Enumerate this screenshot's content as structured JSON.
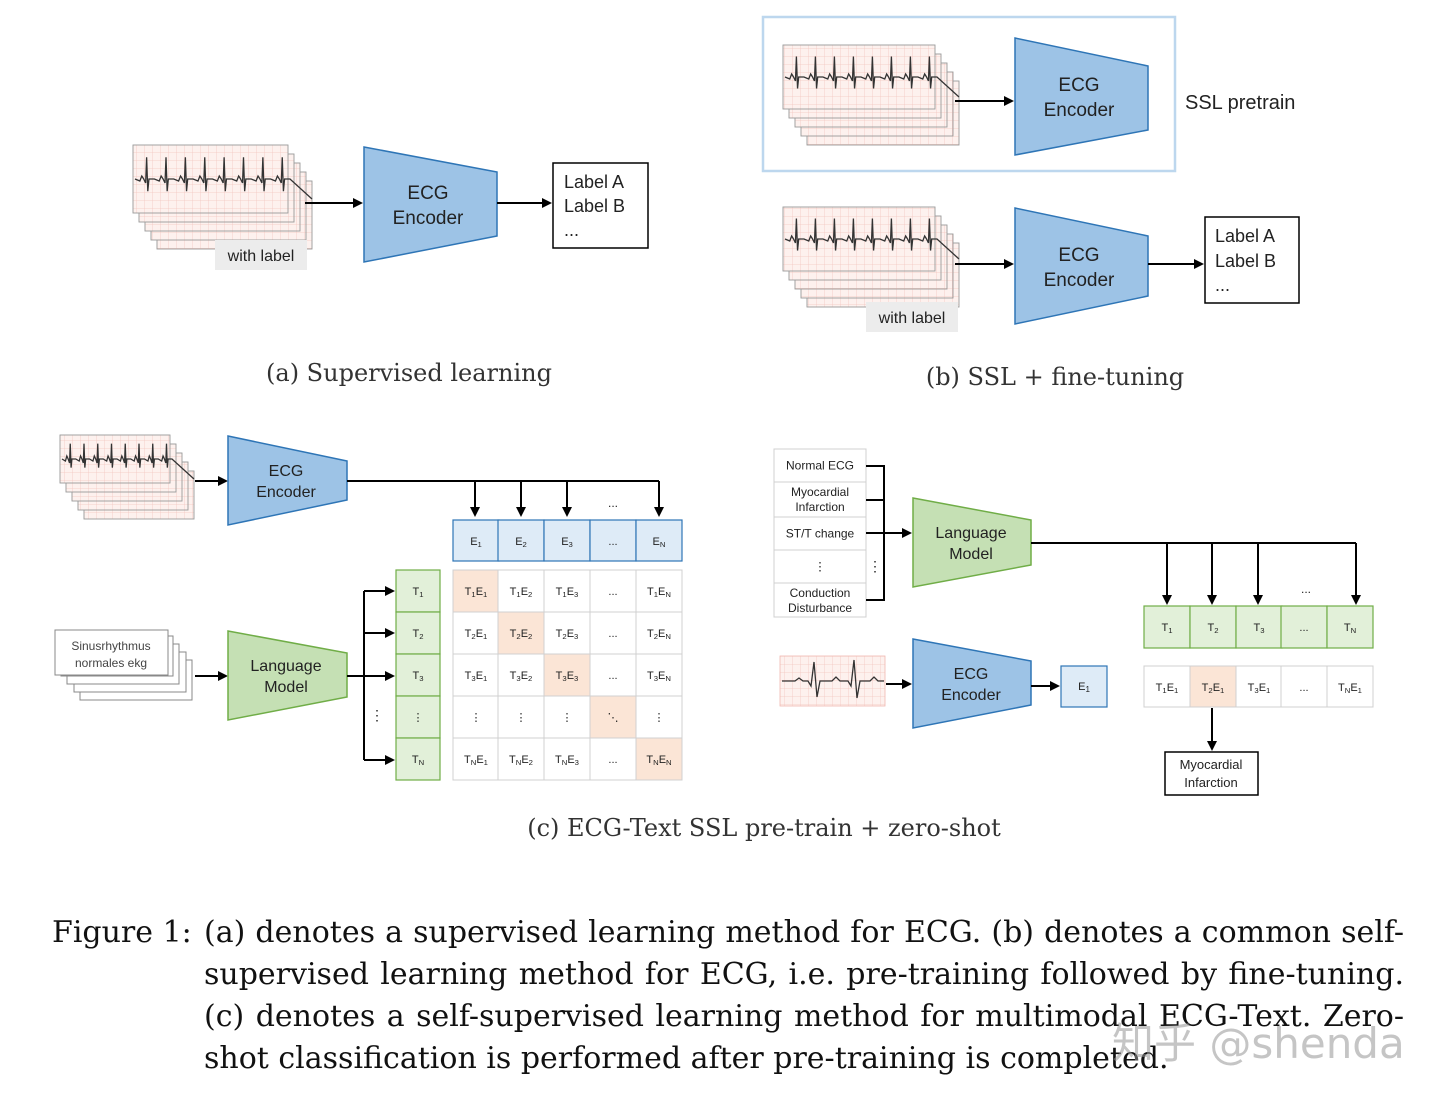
{
  "panel_a": {
    "encoder": [
      "ECG",
      "Encoder"
    ],
    "labels": [
      "Label A",
      "Label B",
      "..."
    ],
    "tag": "with label",
    "subcaption": "(a) Supervised learning"
  },
  "panel_b": {
    "encoder_top": [
      "ECG",
      "Encoder"
    ],
    "ssl_label": "SSL pretrain",
    "encoder_bottom": [
      "ECG",
      "Encoder"
    ],
    "labels": [
      "Label A",
      "Label B",
      "..."
    ],
    "tag": "with label",
    "subcaption": "(b) SSL + fine-tuning"
  },
  "panel_c": {
    "left": {
      "encoder": [
        "ECG",
        "Encoder"
      ],
      "lm": [
        "Language",
        "Model"
      ],
      "doc_text": [
        "Sinusrhythmus",
        "normales ekg"
      ],
      "dots_top": "...",
      "e_cells": [
        [
          "E",
          "1"
        ],
        [
          "E",
          "2"
        ],
        [
          "E",
          "3"
        ],
        [
          "...",
          ""
        ],
        [
          "E",
          "N"
        ]
      ],
      "t_cells": [
        [
          "T",
          "1"
        ],
        [
          "T",
          "2"
        ],
        [
          "T",
          "3"
        ],
        [
          "⋮",
          ""
        ],
        [
          "T",
          "N"
        ]
      ],
      "matrix": [
        [
          [
            "T",
            "1",
            "E",
            "1"
          ],
          [
            "T",
            "1",
            "E",
            "2"
          ],
          [
            "T",
            "1",
            "E",
            "3"
          ],
          [
            "...",
            "",
            "",
            ""
          ],
          [
            "T",
            "1",
            "E",
            "N"
          ]
        ],
        [
          [
            "T",
            "2",
            "E",
            "1"
          ],
          [
            "T",
            "2",
            "E",
            "2"
          ],
          [
            "T",
            "2",
            "E",
            "3"
          ],
          [
            "...",
            "",
            "",
            ""
          ],
          [
            "T",
            "2",
            "E",
            "N"
          ]
        ],
        [
          [
            "T",
            "3",
            "E",
            "1"
          ],
          [
            "T",
            "3",
            "E",
            "2"
          ],
          [
            "T",
            "3",
            "E",
            "3"
          ],
          [
            "...",
            "",
            "",
            ""
          ],
          [
            "T",
            "3",
            "E",
            "N"
          ]
        ],
        [
          [
            "⋮",
            "",
            "",
            ""
          ],
          [
            "⋮",
            "",
            "",
            ""
          ],
          [
            "⋮",
            "",
            "",
            ""
          ],
          [
            "⋱",
            "",
            "",
            ""
          ],
          [
            "⋮",
            "",
            "",
            ""
          ]
        ],
        [
          [
            "T",
            "N",
            "E",
            "1"
          ],
          [
            "T",
            "N",
            "E",
            "2"
          ],
          [
            "T",
            "N",
            "E",
            "3"
          ],
          [
            "...",
            "",
            "",
            ""
          ],
          [
            "T",
            "N",
            "E",
            "N"
          ]
        ]
      ],
      "vdots": "⋮"
    },
    "right": {
      "prompts": [
        [
          "Normal ECG"
        ],
        [
          "Myocardial",
          "Infarction"
        ],
        [
          "ST/T change"
        ],
        [
          "⋮"
        ],
        [
          "Conduction",
          "Disturbance"
        ]
      ],
      "vdots": "⋮",
      "lm": [
        "Language",
        "Model"
      ],
      "encoder": [
        "ECG",
        "Encoder"
      ],
      "e_cell": [
        "E",
        "1"
      ],
      "dots_top": "...",
      "t_cells": [
        [
          "T",
          "1"
        ],
        [
          "T",
          "2"
        ],
        [
          "T",
          "3"
        ],
        [
          "...",
          ""
        ],
        [
          "T",
          "N"
        ]
      ],
      "sims": [
        [
          "T",
          "1",
          "E",
          "1"
        ],
        [
          "T",
          "2",
          "E",
          "1"
        ],
        [
          "T",
          "3",
          "E",
          "1"
        ],
        [
          "...",
          "",
          "",
          ""
        ],
        [
          "T",
          "N",
          "E",
          "1"
        ]
      ],
      "result": [
        "Myocardial",
        "Infarction"
      ]
    },
    "subcaption": "(c) ECG-Text SSL pre-train + zero-shot"
  },
  "caption": {
    "label": "Figure 1:",
    "text": "(a) denotes a supervised learning method for ECG. (b) denotes a common self-supervised learning method for ECG, i.e. pre-training followed by fine-tuning. (c) denotes a self-supervised learning method for multimodal ECG-Text. Zero-shot classification is performed after pre-training is completed."
  },
  "watermark": "知乎 @shenda",
  "colors": {
    "encoder_fill": "#9dc3e6",
    "encoder_stroke": "#2e75b6",
    "lm_fill": "#c5e0b4",
    "lm_stroke": "#70ad47",
    "cell_blue": "#deebf7",
    "cell_green": "#e2f0d9",
    "highlight": "#fbe5d6",
    "grid": "#f3c7c0",
    "ssl_border": "#bdd7ee",
    "tag_bg": "#ececec"
  }
}
